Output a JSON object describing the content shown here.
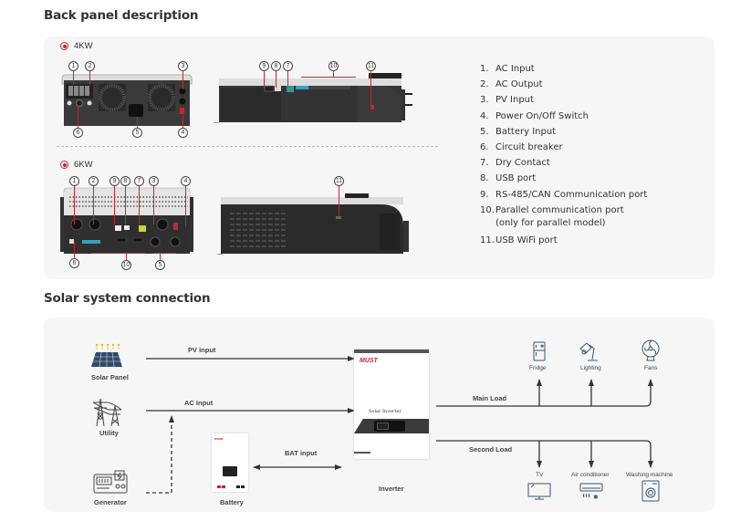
{
  "back_panel": {
    "title": "Back panel description",
    "models": [
      {
        "label": "4KW",
        "callouts_rear": [
          "1",
          "2",
          "3",
          "4",
          "5",
          "6"
        ],
        "callouts_side": [
          "9",
          "8",
          "7",
          "10",
          "11"
        ]
      },
      {
        "label": "6KW",
        "callouts_rear": [
          "1",
          "2",
          "9",
          "8",
          "7",
          "3",
          "4",
          "6",
          "10",
          "5"
        ],
        "callouts_side": [
          "11"
        ]
      }
    ],
    "legend": [
      {
        "num": "1.",
        "text": "AC Input"
      },
      {
        "num": "2.",
        "text": "AC Output"
      },
      {
        "num": "3.",
        "text": "PV Input"
      },
      {
        "num": "4.",
        "text": "Power On/Off Switch"
      },
      {
        "num": "5.",
        "text": "Battery Input"
      },
      {
        "num": "6.",
        "text": "Circuit breaker"
      },
      {
        "num": "7.",
        "text": "Dry Contact"
      },
      {
        "num": "8.",
        "text": "USB port"
      },
      {
        "num": "9.",
        "text": "RS-485/CAN Communication port"
      },
      {
        "num": "10.",
        "text": "Parallel communication port",
        "sub": "(only for parallel model)"
      },
      {
        "num": "11.",
        "text": "USB WiFi port"
      }
    ],
    "accent_color": "#c8252c"
  },
  "solar_connection": {
    "title": "Solar system connection",
    "sources": {
      "solar_panel": "Solar Panel",
      "utility": "Utility",
      "generator": "Generator",
      "battery": "Battery"
    },
    "flows": {
      "pv": "PV input",
      "ac": "AC Input",
      "bat": "BAT input",
      "main_load": "Main Load",
      "second_load": "Second Load"
    },
    "inverter": {
      "label": "Inverter",
      "brand": "MUST",
      "panel_text": "Solar Inverter"
    },
    "battery_brand": "must",
    "main_loads": [
      "Fridge",
      "Lighting",
      "Fans"
    ],
    "second_loads": [
      "TV",
      "Air conditioner",
      "Washing machine"
    ]
  }
}
